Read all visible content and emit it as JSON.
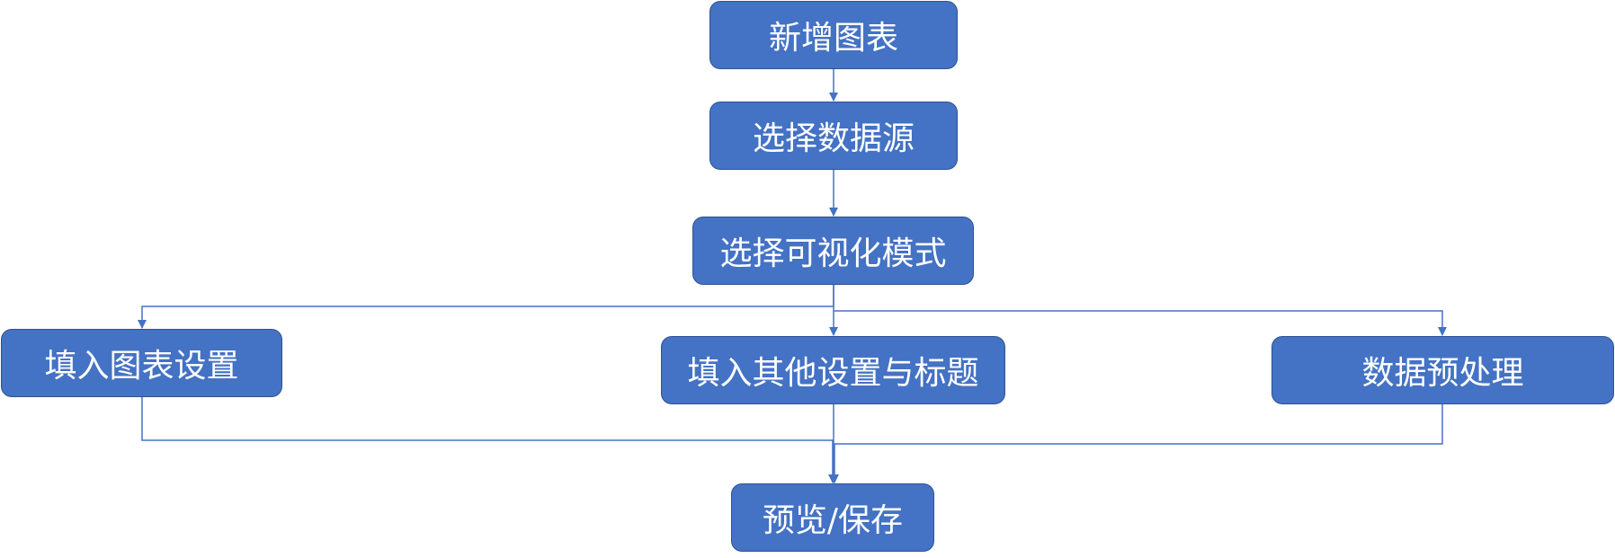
{
  "diagram": {
    "nodes": {
      "new_chart": "新增图表",
      "select_source": "选择数据源",
      "select_mode": "选择可视化模式",
      "chart_settings": "填入图表设置",
      "other_settings": "填入其他设置与标题",
      "preprocess": "数据预处理",
      "preview_save": "预览/保存"
    },
    "edges": [
      [
        "new_chart",
        "select_source"
      ],
      [
        "select_source",
        "select_mode"
      ],
      [
        "select_mode",
        "chart_settings"
      ],
      [
        "select_mode",
        "other_settings"
      ],
      [
        "select_mode",
        "preprocess"
      ],
      [
        "chart_settings",
        "preview_save"
      ],
      [
        "other_settings",
        "preview_save"
      ],
      [
        "preprocess",
        "preview_save"
      ]
    ],
    "colors": {
      "node_fill": "#4472c4",
      "node_border": "#2f528f",
      "connector": "#4472c4",
      "text": "#ffffff"
    }
  }
}
